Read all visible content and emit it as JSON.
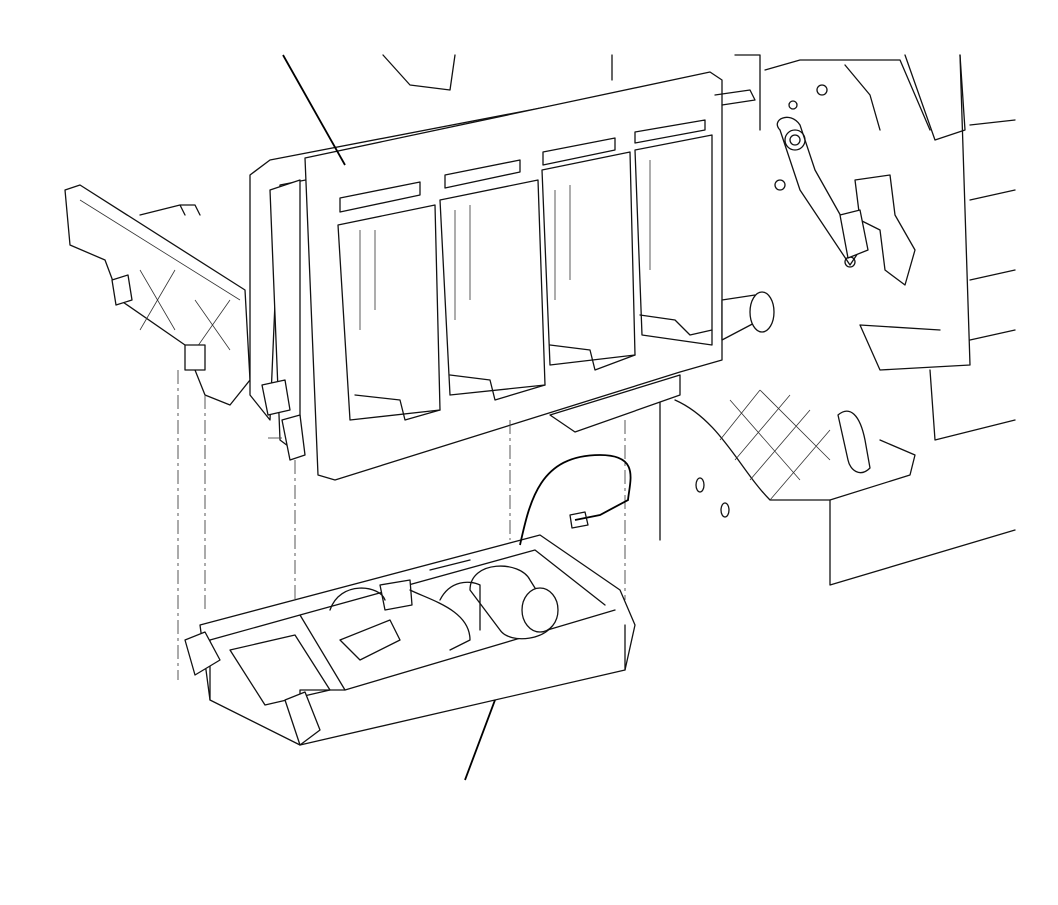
{
  "diagram": {
    "kind": "exploded technical line drawing",
    "parts": [
      "ink-cartridge-carriage",
      "service-station-tray",
      "printer-frame",
      "side-bracket"
    ],
    "callouts": 2,
    "colors": {
      "line": "#111111",
      "background": "#ffffff"
    }
  }
}
